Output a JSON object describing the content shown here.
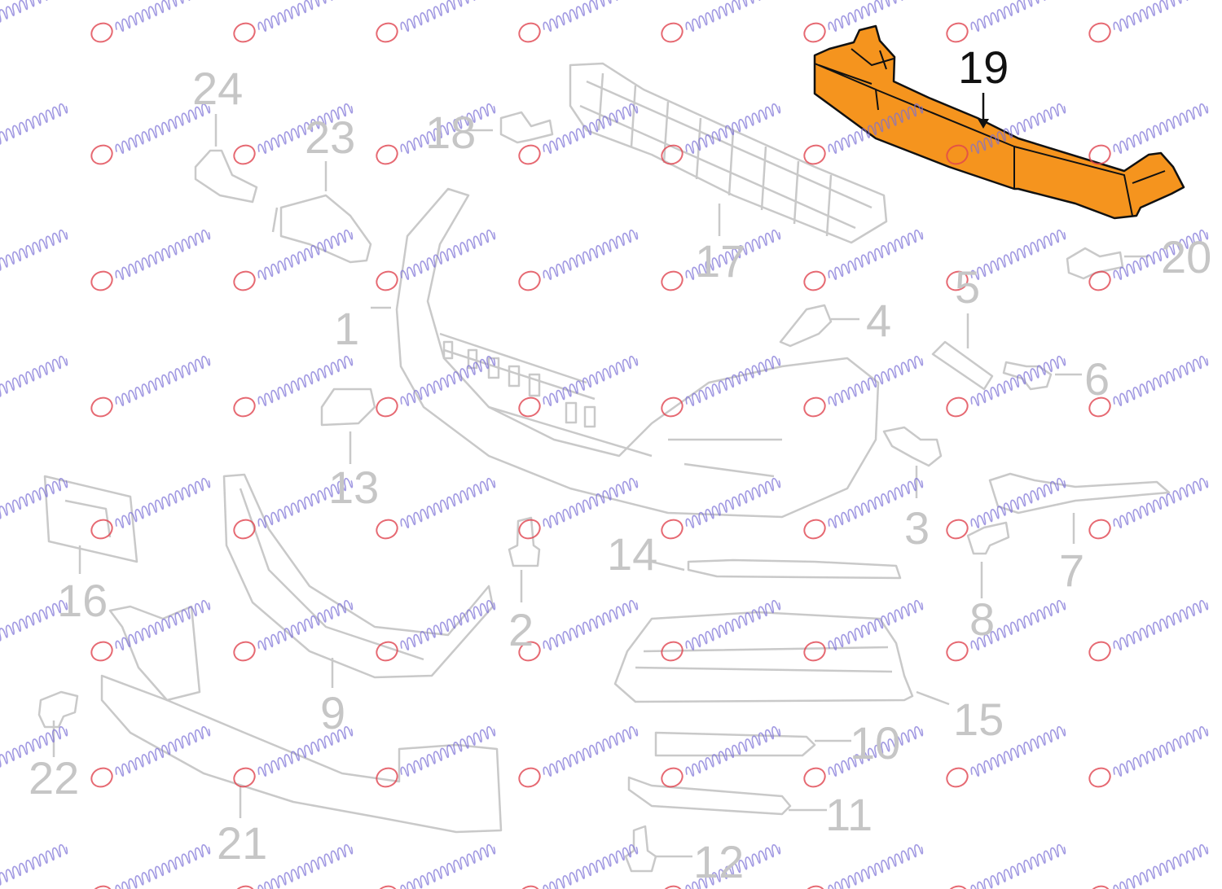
{
  "diagram": {
    "title": "Front bumper parts diagram",
    "highlighted_part": "19",
    "highlight_color": "#F5941E",
    "outline_color": "#C9C9C9",
    "callouts": [
      "1",
      "2",
      "3",
      "4",
      "5",
      "6",
      "7",
      "8",
      "9",
      "10",
      "11",
      "12",
      "13",
      "14",
      "15",
      "16",
      "17",
      "18",
      "19",
      "20",
      "21",
      "22",
      "23",
      "24"
    ]
  },
  "watermark": {
    "text": "georgakopoulos"
  }
}
